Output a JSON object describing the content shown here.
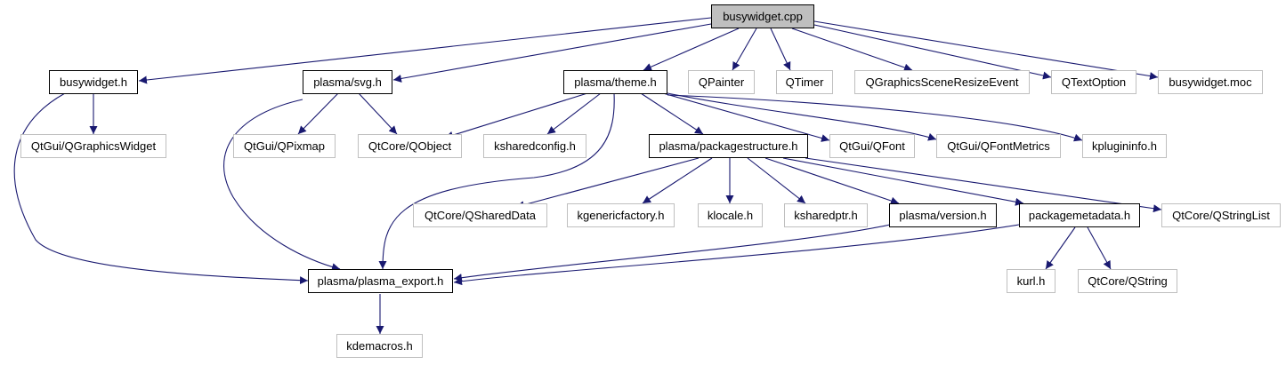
{
  "colors": {
    "edge": "#191970",
    "root_fill": "#bfbfbf",
    "external_border": "#bfbfbf",
    "internal_border": "#000000"
  },
  "nodes": {
    "cpp": {
      "label": "busywidget.cpp",
      "kind": "root"
    },
    "busywidget_h": {
      "label": "busywidget.h",
      "kind": "documented"
    },
    "svg_h": {
      "label": "plasma/svg.h",
      "kind": "documented"
    },
    "theme_h": {
      "label": "plasma/theme.h",
      "kind": "documented"
    },
    "qpainter": {
      "label": "QPainter",
      "kind": "external"
    },
    "qtimer": {
      "label": "QTimer",
      "kind": "external"
    },
    "qgsre": {
      "label": "QGraphicsSceneResizeEvent",
      "kind": "external"
    },
    "qtextoption": {
      "label": "QTextOption",
      "kind": "external"
    },
    "moc": {
      "label": "busywidget.moc",
      "kind": "external"
    },
    "qgraphicswidget": {
      "label": "QtGui/QGraphicsWidget",
      "kind": "external"
    },
    "qpixmap": {
      "label": "QtGui/QPixmap",
      "kind": "external"
    },
    "qobject": {
      "label": "QtCore/QObject",
      "kind": "external"
    },
    "ksharedconfig": {
      "label": "ksharedconfig.h",
      "kind": "external"
    },
    "packagestructure": {
      "label": "plasma/packagestructure.h",
      "kind": "documented"
    },
    "qfont": {
      "label": "QtGui/QFont",
      "kind": "external"
    },
    "qfontmetrics": {
      "label": "QtGui/QFontMetrics",
      "kind": "external"
    },
    "kplugininfo": {
      "label": "kplugininfo.h",
      "kind": "external"
    },
    "qshareddata": {
      "label": "QtCore/QSharedData",
      "kind": "external"
    },
    "kgenericfactory": {
      "label": "kgenericfactory.h",
      "kind": "external"
    },
    "klocale": {
      "label": "klocale.h",
      "kind": "external"
    },
    "ksharedptr": {
      "label": "ksharedptr.h",
      "kind": "external"
    },
    "version_h": {
      "label": "plasma/version.h",
      "kind": "documented"
    },
    "packagemetadata": {
      "label": "packagemetadata.h",
      "kind": "documented"
    },
    "qstringlist": {
      "label": "QtCore/QStringList",
      "kind": "external"
    },
    "plasma_export": {
      "label": "plasma/plasma_export.h",
      "kind": "documented"
    },
    "kurl": {
      "label": "kurl.h",
      "kind": "external"
    },
    "qstring": {
      "label": "QtCore/QString",
      "kind": "external"
    },
    "kdemacros": {
      "label": "kdemacros.h",
      "kind": "external"
    }
  },
  "edges": [
    [
      "cpp",
      "busywidget_h"
    ],
    [
      "cpp",
      "svg_h"
    ],
    [
      "cpp",
      "theme_h"
    ],
    [
      "cpp",
      "qpainter"
    ],
    [
      "cpp",
      "qtimer"
    ],
    [
      "cpp",
      "qgsre"
    ],
    [
      "cpp",
      "qtextoption"
    ],
    [
      "cpp",
      "moc"
    ],
    [
      "busywidget_h",
      "qgraphicswidget"
    ],
    [
      "busywidget_h",
      "plasma_export"
    ],
    [
      "svg_h",
      "qpixmap"
    ],
    [
      "svg_h",
      "qobject"
    ],
    [
      "svg_h",
      "plasma_export"
    ],
    [
      "theme_h",
      "qobject"
    ],
    [
      "theme_h",
      "ksharedconfig"
    ],
    [
      "theme_h",
      "plasma_export"
    ],
    [
      "theme_h",
      "packagestructure"
    ],
    [
      "theme_h",
      "qfont"
    ],
    [
      "theme_h",
      "qfontmetrics"
    ],
    [
      "theme_h",
      "kplugininfo"
    ],
    [
      "packagestructure",
      "qshareddata"
    ],
    [
      "packagestructure",
      "kgenericfactory"
    ],
    [
      "packagestructure",
      "klocale"
    ],
    [
      "packagestructure",
      "ksharedptr"
    ],
    [
      "packagestructure",
      "version_h"
    ],
    [
      "packagestructure",
      "packagemetadata"
    ],
    [
      "packagestructure",
      "qstringlist"
    ],
    [
      "version_h",
      "plasma_export"
    ],
    [
      "packagemetadata",
      "plasma_export"
    ],
    [
      "packagemetadata",
      "kurl"
    ],
    [
      "packagemetadata",
      "qstring"
    ],
    [
      "plasma_export",
      "kdemacros"
    ]
  ]
}
